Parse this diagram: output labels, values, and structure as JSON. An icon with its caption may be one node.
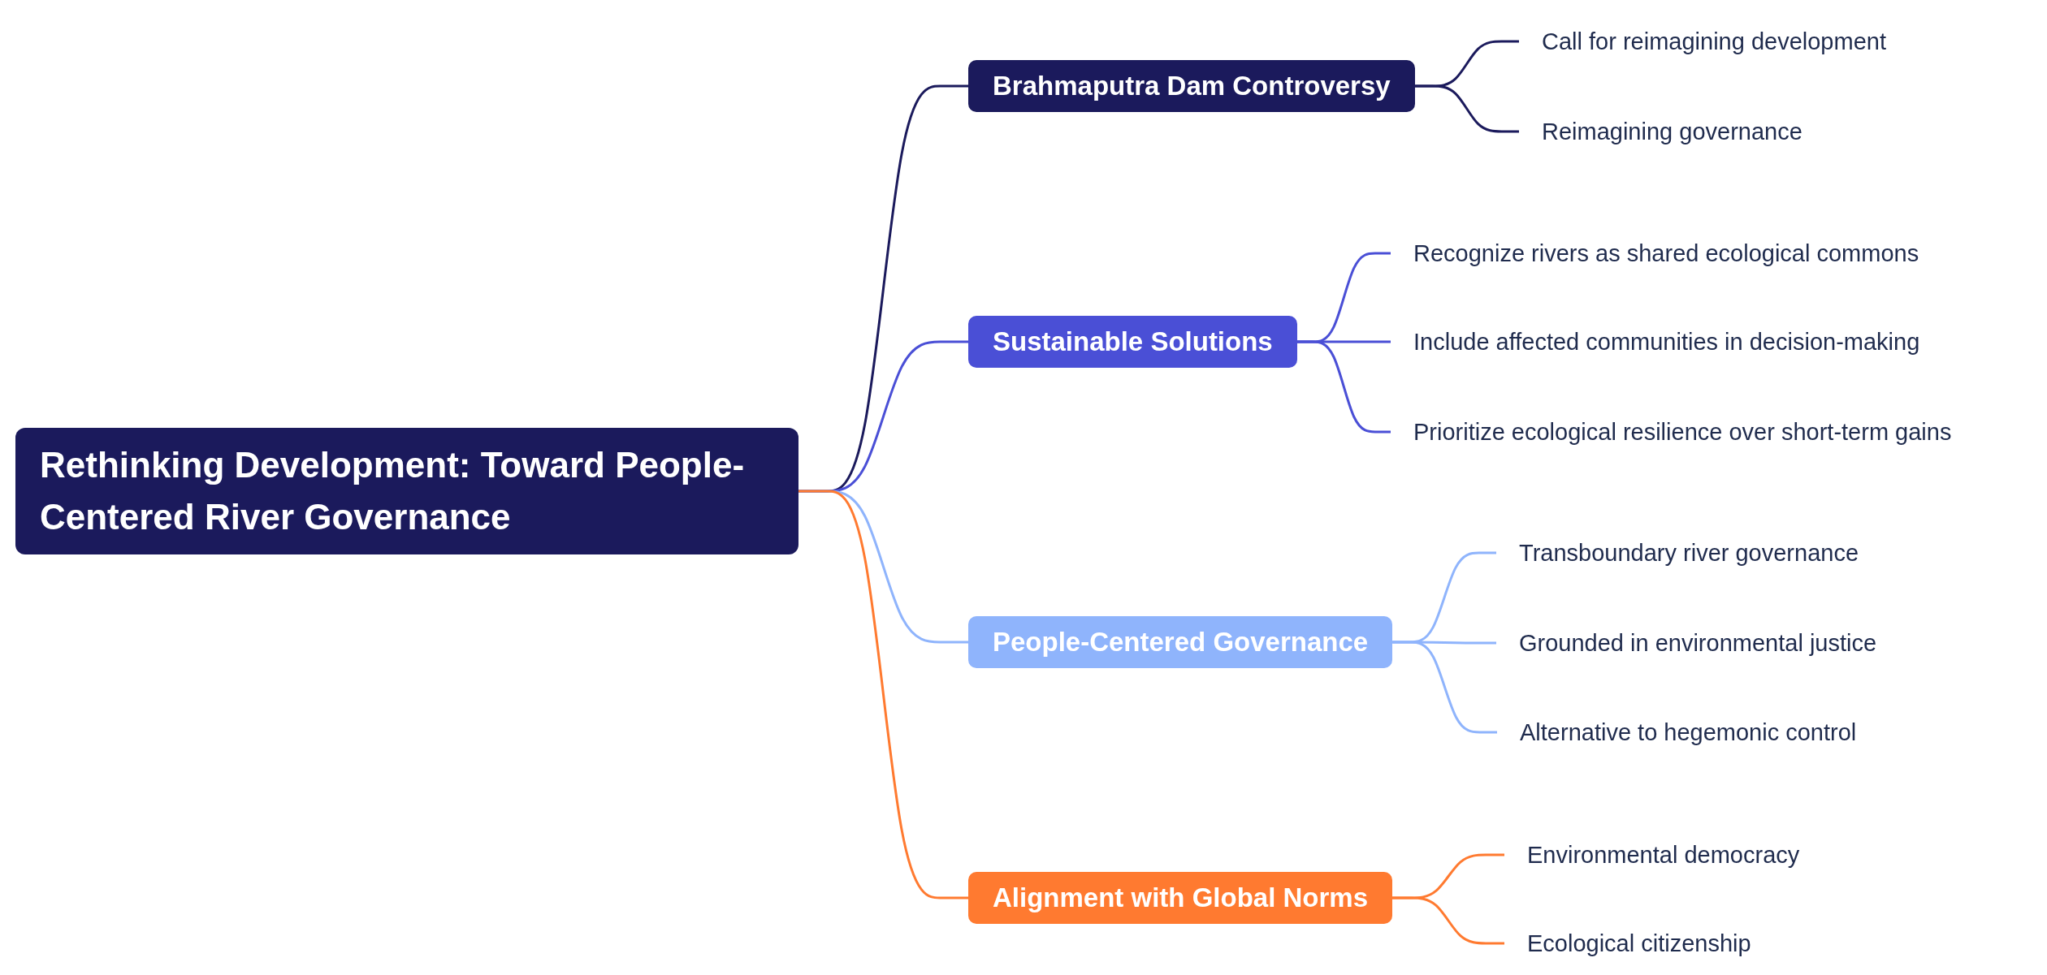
{
  "diagram": {
    "nodes": [
      {
        "text": [
          "Rethinking Development: Toward People-Centered River Governance"
        ]
      },
      {
        "text": [
          "Brahmaputra Dam Controversy"
        ]
      },
      {
        "text": [
          "Call for reimagining development"
        ]
      },
      {
        "text": [
          "Reimagining governance"
        ]
      },
      {
        "text": [
          "Sustainable Solutions"
        ]
      },
      {
        "text": [
          "Recognize rivers as shared ecological commons"
        ]
      },
      {
        "text": [
          "Include affected communities in decision-making"
        ]
      },
      {
        "text": [
          "Prioritize ecological resilience over short-term gains"
        ]
      },
      {
        "text": [
          "People-Centered Governance"
        ]
      },
      {
        "text": [
          "Transboundary river governance"
        ]
      },
      {
        "text": [
          "Grounded in environmental justice"
        ]
      },
      {
        "text": [
          "Alternative to hegemonic control"
        ]
      },
      {
        "text": [
          "Alignment with Global Norms"
        ]
      },
      {
        "text": [
          "Environmental democracy"
        ]
      },
      {
        "text": [
          "Ecological citizenship"
        ]
      }
    ],
    "edges": [
      {
        "from": 0,
        "to": 1,
        "arrow": "none",
        "color": "#1b1a5c"
      },
      {
        "from": 1,
        "to": 2,
        "arrow": "none",
        "color": "#1b1a5c"
      },
      {
        "from": 1,
        "to": 3,
        "arrow": "none",
        "color": "#1b1a5c"
      },
      {
        "from": 0,
        "to": 4,
        "arrow": "none",
        "color": "#4a4fd6"
      },
      {
        "from": 4,
        "to": 5,
        "arrow": "none",
        "color": "#4a4fd6"
      },
      {
        "from": 4,
        "to": 6,
        "arrow": "none",
        "color": "#4a4fd6"
      },
      {
        "from": 4,
        "to": 7,
        "arrow": "none",
        "color": "#4a4fd6"
      },
      {
        "from": 0,
        "to": 8,
        "arrow": "none",
        "color": "#8fb4fc"
      },
      {
        "from": 8,
        "to": 9,
        "arrow": "none",
        "color": "#8fb4fc"
      },
      {
        "from": 8,
        "to": 10,
        "arrow": "none",
        "color": "#8fb4fc"
      },
      {
        "from": 8,
        "to": 11,
        "arrow": "none",
        "color": "#8fb4fc"
      },
      {
        "from": 0,
        "to": 12,
        "arrow": "none",
        "color": "#ff7a30"
      },
      {
        "from": 12,
        "to": 13,
        "arrow": "none",
        "color": "#ff7a30"
      },
      {
        "from": 12,
        "to": 14,
        "arrow": "none",
        "color": "#ff7a30"
      }
    ]
  }
}
